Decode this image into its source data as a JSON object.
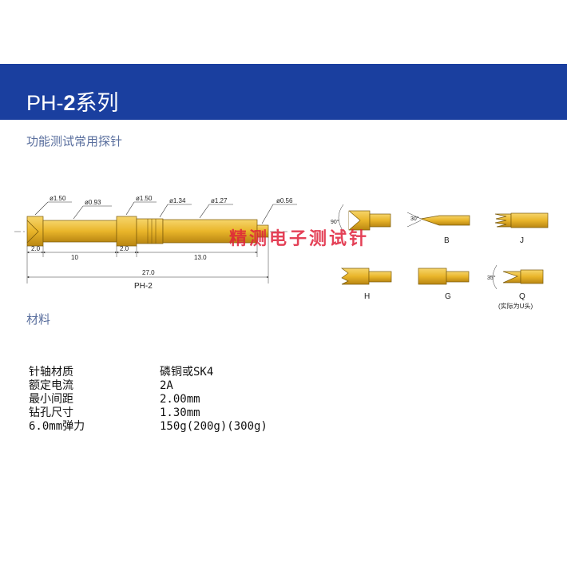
{
  "header": {
    "title_prefix": "PH-",
    "title_bold": "2",
    "title_suffix": "系列",
    "bg_color": "#1a3f9f"
  },
  "subtitle": "功能测试常用探针",
  "watermark": "精测电子测试针",
  "drawing": {
    "dims": {
      "d1": "ø1.50",
      "d2": "ø0.93",
      "d3": "ø1.50",
      "d4": "ø1.34",
      "d5": "ø1.27",
      "d6": "ø0.56"
    },
    "lengths": {
      "l1": "2.0",
      "l2": "10",
      "l3": "2.0",
      "l4": "13.0",
      "total": "27.0",
      "model": "PH-2"
    },
    "tips": [
      {
        "label": "",
        "angle": "90°"
      },
      {
        "label": "B",
        "angle": "30°"
      },
      {
        "label": "J",
        "angle": ""
      },
      {
        "label": "H",
        "angle": ""
      },
      {
        "label": "G",
        "angle": ""
      },
      {
        "label": "Q",
        "angle": "35°",
        "note": "(实际为U头)"
      }
    ],
    "gold_color": "#e9b52a"
  },
  "materials": {
    "heading": "材料",
    "rows": [
      {
        "label": "针轴材质",
        "value": "磷铜或SK4"
      },
      {
        "label": "额定电流",
        "value": "2A"
      },
      {
        "label": "最小间距",
        "value": "2.00mm"
      },
      {
        "label": "钻孔尺寸",
        "value": "1.30mm"
      },
      {
        "label": "6.0mm弹力",
        "value": " 150g(200g)(300g)"
      }
    ]
  }
}
